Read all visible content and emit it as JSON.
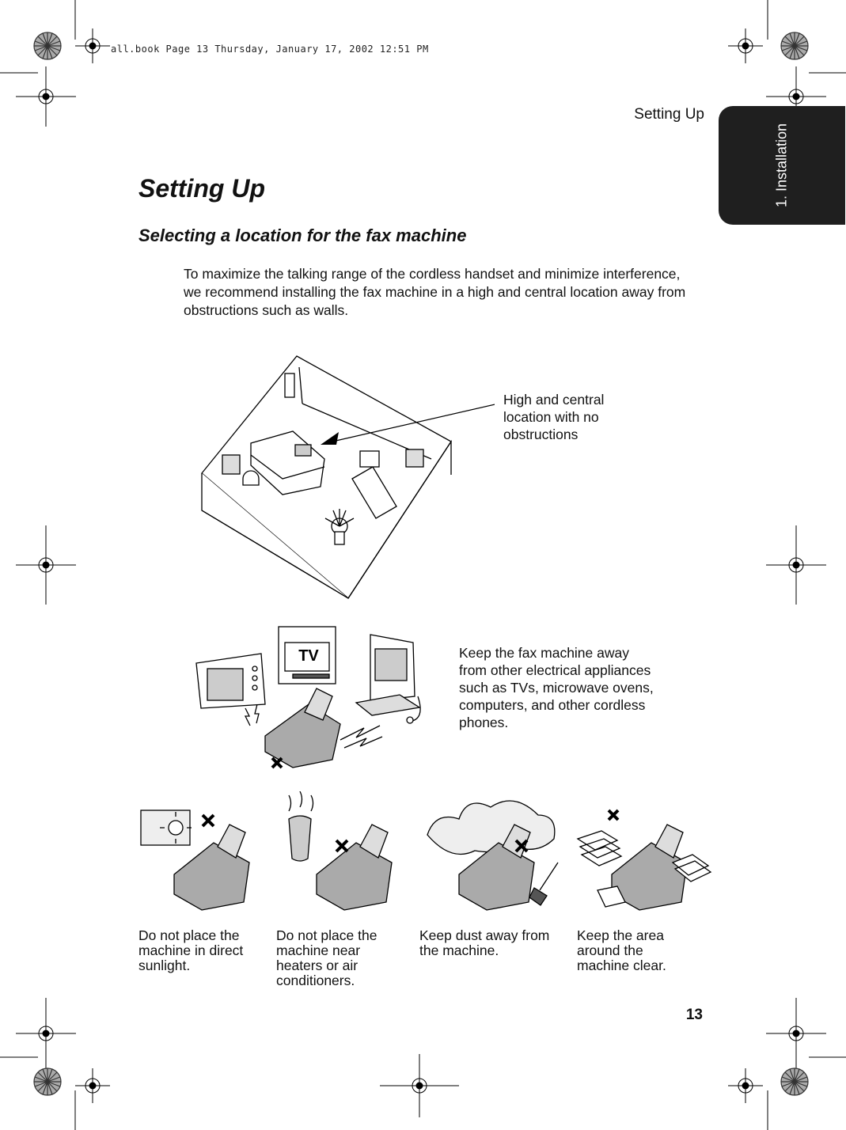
{
  "print_header": "all.book  Page 13  Thursday, January 17, 2002  12:51 PM",
  "running_head": "Setting Up",
  "section_tab": "1. Installation",
  "title": "Setting Up",
  "subtitle": "Selecting a location for the fax machine",
  "intro": "To maximize the talking range of the cordless handset and minimize interference, we recommend installing the fax machine in a high and central location away from obstructions such as walls.",
  "room_caption": "High and central location with no obstructions",
  "tv_label": "TV",
  "appliances_caption": "Keep the fax machine away from other electrical appliances such as TVs, microwave ovens, computers, and other cordless phones.",
  "warnings": [
    "Do not place the machine in direct sunlight.",
    "Do not place the machine near heaters or air conditioners.",
    "Keep dust away from the machine.",
    "Keep the area around the machine clear."
  ],
  "page_number": "13"
}
